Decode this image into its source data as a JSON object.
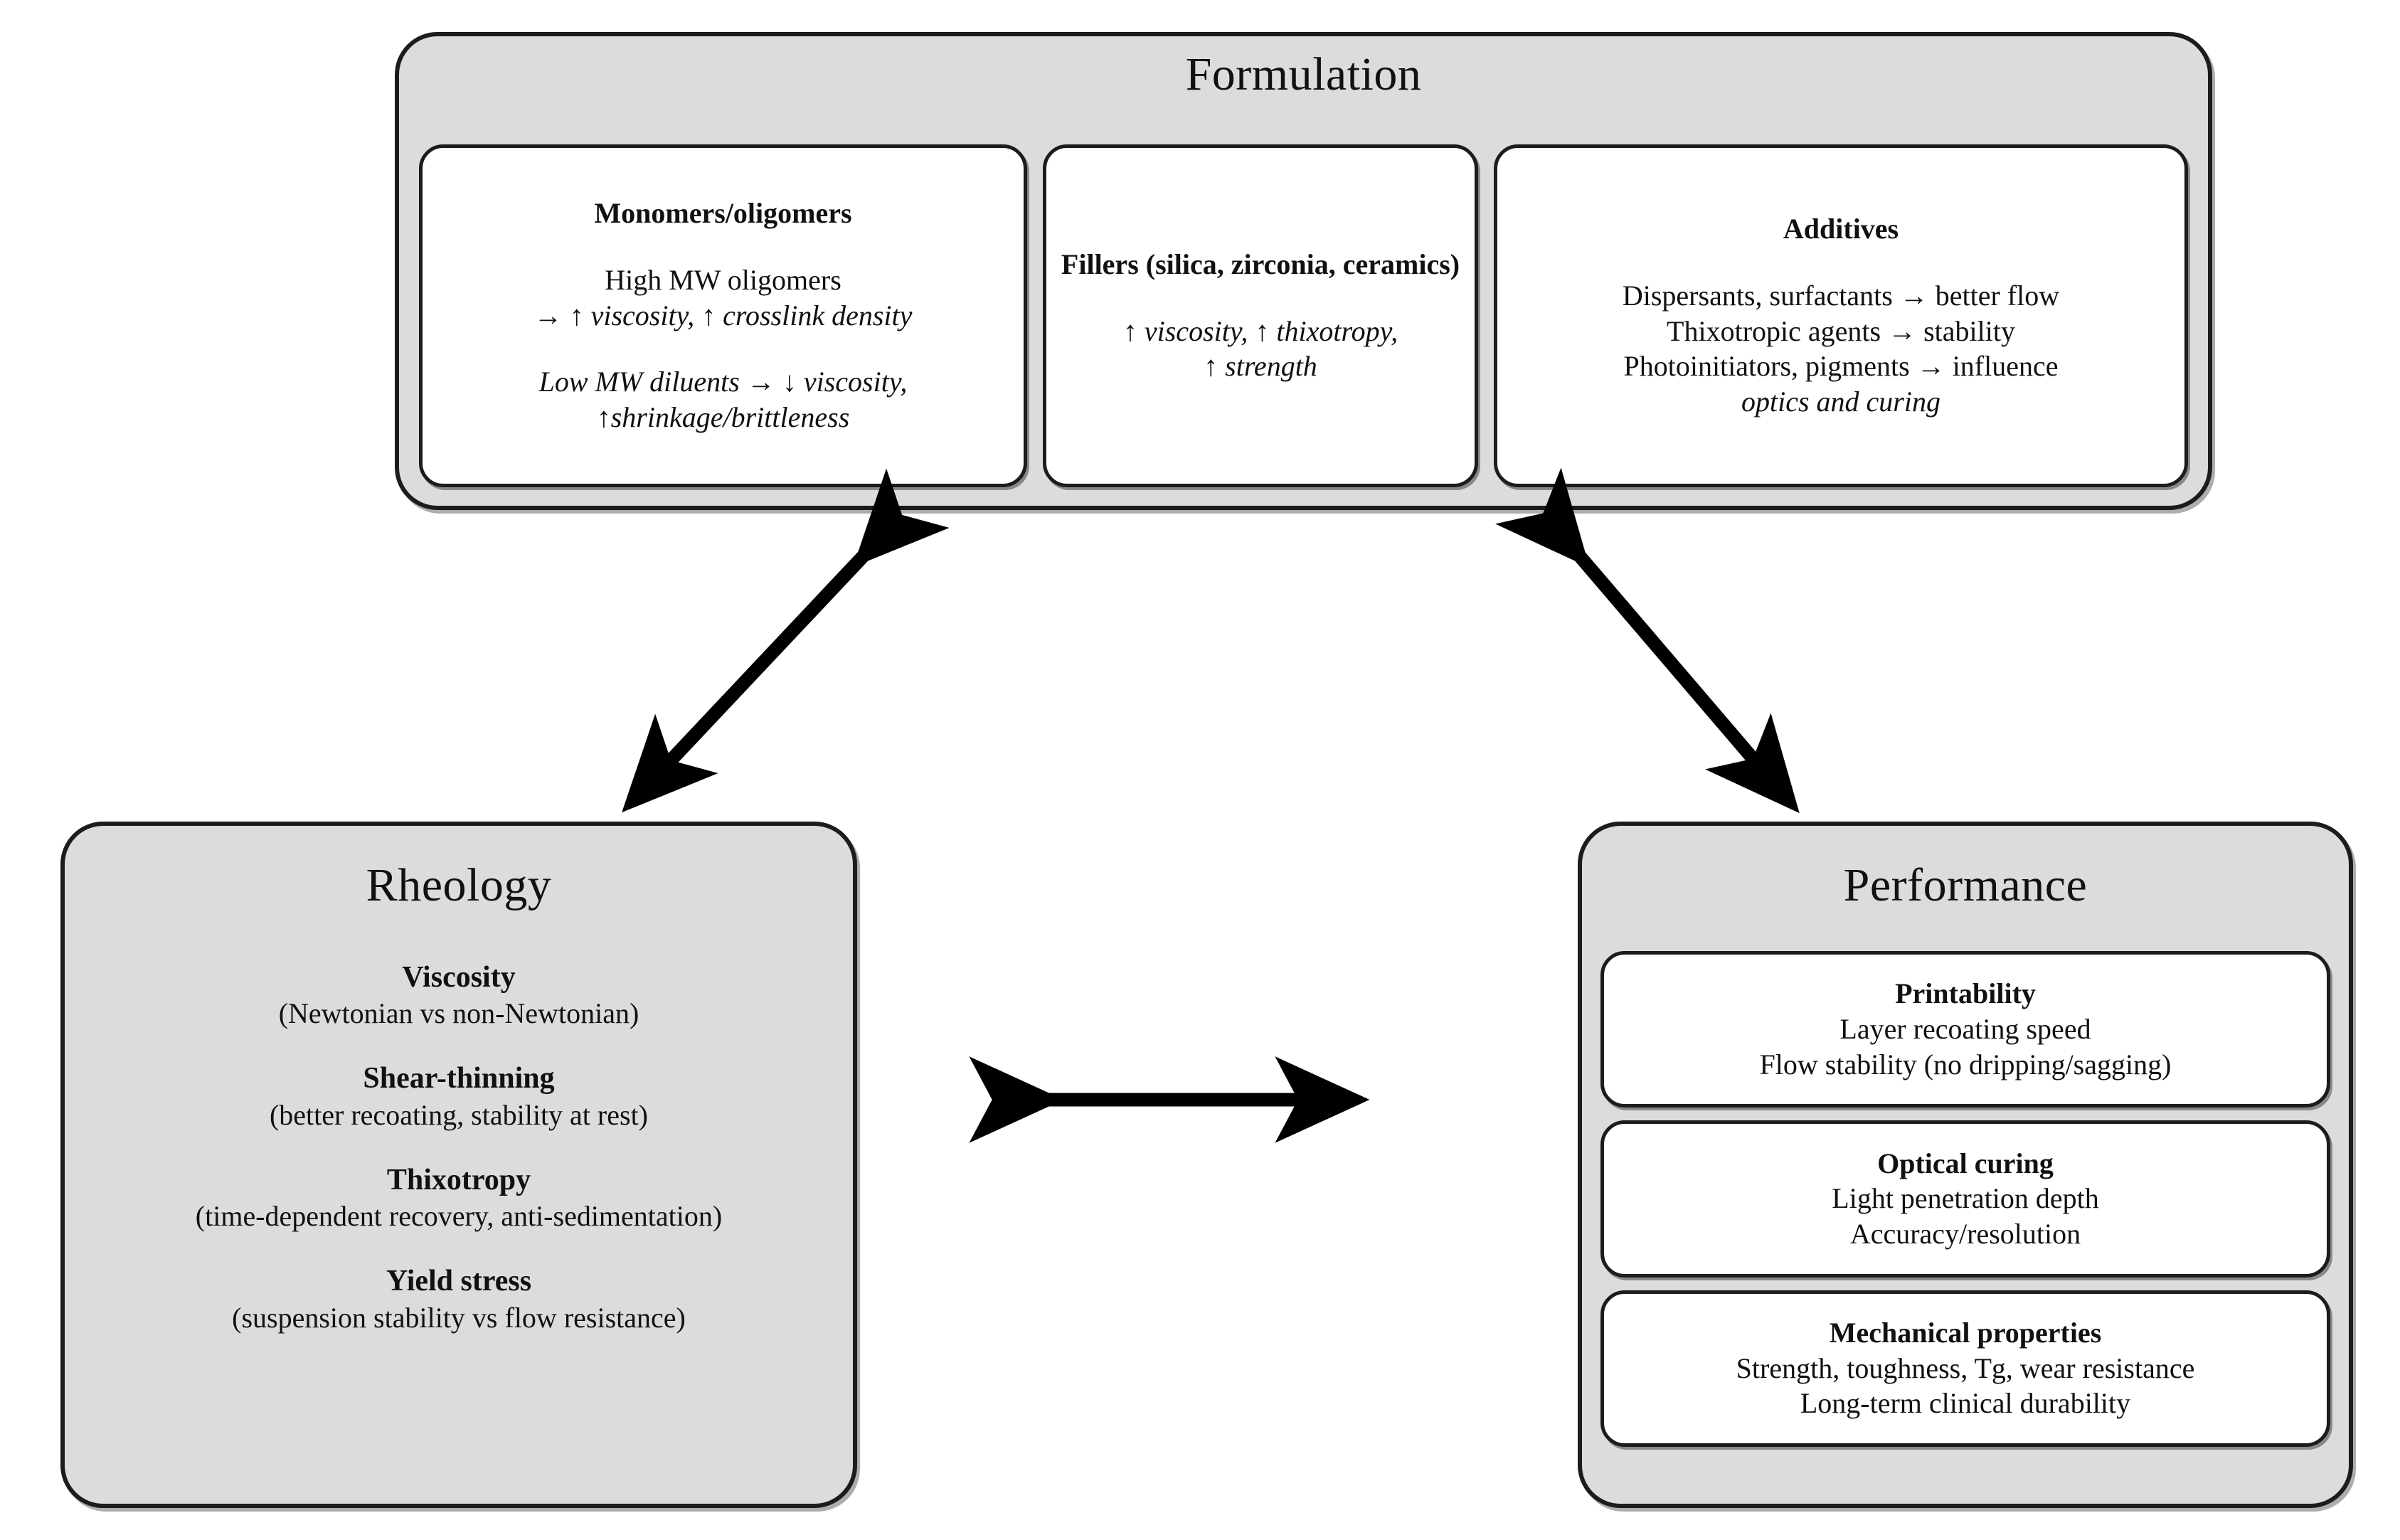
{
  "colors": {
    "panel_fill": "#dcdcdc",
    "card_fill": "#ffffff",
    "stroke": "#1c1c1c",
    "background": "#ffffff"
  },
  "formulation": {
    "title": "Formulation",
    "cards": [
      {
        "heading": "Monomers/oligomers",
        "lines": [
          "High MW oligomers",
          "→ ↑ viscosity, ↑ crosslink density",
          "Low MW diluents → ↓ viscosity,",
          "↑shrinkage/brittleness"
        ]
      },
      {
        "heading": "Fillers (silica, zirconia, ceramics)",
        "lines": [
          "↑ viscosity, ↑ thixotropy,",
          "↑ strength"
        ]
      },
      {
        "heading": "Additives",
        "lines": [
          "Dispersants, surfactants → better flow",
          "Thixotropic agents → stability",
          "Photoinitiators, pigments → influence",
          "optics and curing"
        ]
      }
    ]
  },
  "rheology": {
    "title": "Rheology",
    "items": [
      {
        "name": "Viscosity",
        "desc": "(Newtonian vs non-Newtonian)"
      },
      {
        "name": "Shear-thinning",
        "desc": "(better recoating, stability at rest)"
      },
      {
        "name": "Thixotropy",
        "desc": "(time-dependent recovery, anti-sedimentation)"
      },
      {
        "name": "Yield stress",
        "desc": "(suspension stability vs flow resistance)"
      }
    ]
  },
  "performance": {
    "title": "Performance",
    "cards": [
      {
        "heading": "Printability",
        "lines": [
          "Layer recoating speed",
          "Flow stability (no dripping/sagging)"
        ]
      },
      {
        "heading": "Optical curing",
        "lines": [
          "Light penetration depth",
          "Accuracy/resolution"
        ]
      },
      {
        "heading": "Mechanical properties",
        "lines": [
          "Strength, toughness, Tg, wear resistance",
          "Long-term clinical durability"
        ]
      }
    ]
  },
  "arrows": [
    {
      "id": "formulation-rheology",
      "icon": "double-headed-diagonal-arrow-up-right"
    },
    {
      "id": "formulation-performance",
      "icon": "double-headed-diagonal-arrow-up-left"
    },
    {
      "id": "rheology-performance",
      "icon": "double-headed-horizontal-arrow"
    }
  ]
}
